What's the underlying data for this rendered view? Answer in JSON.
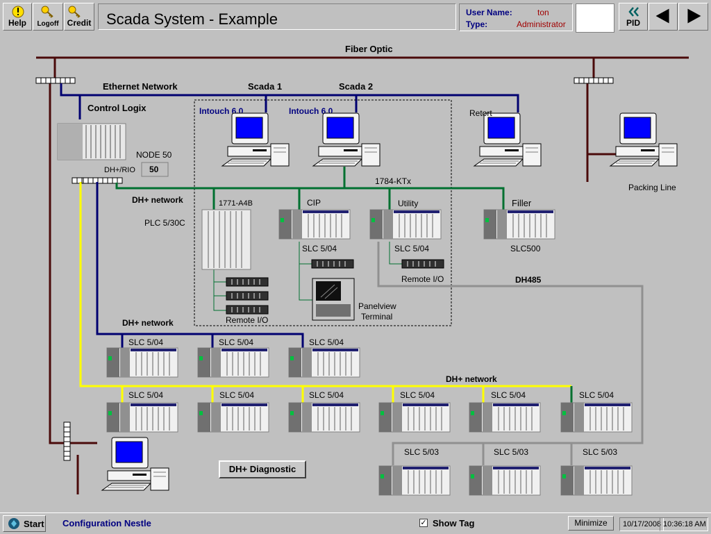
{
  "toolbar": {
    "help_label": "Help",
    "help_icon": "alert-bulb-icon",
    "logoff_label": "Logoff",
    "logoff_icon": "key-icon",
    "credit_label": "Credit",
    "credit_icon": "key-icon",
    "pid_label": "PID",
    "pid_icon": "double-chevron-left-icon",
    "back_icon": "triangle-left-icon",
    "forward_icon": "triangle-right-icon"
  },
  "title": "Scada System - Example",
  "user": {
    "name_key": "User Name:",
    "name_value": "ton",
    "type_key": "Type:",
    "type_value": "Administrator"
  },
  "diagram": {
    "fiber_optic": "Fiber Optic",
    "ethernet_network": "Ethernet Network",
    "scada1": "Scada 1",
    "scada2": "Scada 2",
    "intouch1": "Intouch 6.0",
    "intouch2": "Intouch 6.0",
    "retort": "Retort",
    "packing_line": "Packing Line",
    "control_logix": "Control Logix",
    "node": "NODE 50",
    "dh_rio": "DH+/RIO",
    "node_value": "50",
    "ktx": "1784-KTx",
    "dh_network_1": "DH+ network",
    "plc": "PLC 5/30C",
    "a4b": "1771-A4B",
    "cip": "CIP",
    "utility": "Utility",
    "filler": "Filler",
    "slc_cip": "SLC 5/04",
    "slc_utility": "SLC 5/04",
    "slc500": "SLC500",
    "remote_io_1": "Remote I/O",
    "remote_io_2": "Remote I/O",
    "panelview_1": "Panelview",
    "panelview_2": "Terminal",
    "dh485": "DH485",
    "dh_network_2": "DH+ network",
    "dh_network_3": "DH+ network",
    "row1": [
      "SLC 5/04",
      "SLC 5/04",
      "SLC 5/04"
    ],
    "row2": [
      "SLC 5/04",
      "SLC 5/04",
      "SLC 5/04",
      "SLC 5/04",
      "SLC 5/04",
      "SLC 5/04"
    ],
    "row3": [
      "SLC 5/03",
      "SLC 5/03",
      "SLC 5/03"
    ]
  },
  "diag_button": "DH+ Diagnostic",
  "status": {
    "start_label": "Start",
    "config": "Configuration Nestle",
    "show_tag_checked": "✓",
    "show_tag": "Show Tag",
    "minimize": "Minimize",
    "date": "10/17/2008",
    "time": "10:36:18 AM"
  },
  "colors": {
    "fiber": "#4a0a0a",
    "ethernet": "#000070",
    "dh_green": "#007030",
    "dh_yellow": "#ffff00",
    "dh485_gray": "#909090",
    "monitor_blue": "#0000ff"
  }
}
